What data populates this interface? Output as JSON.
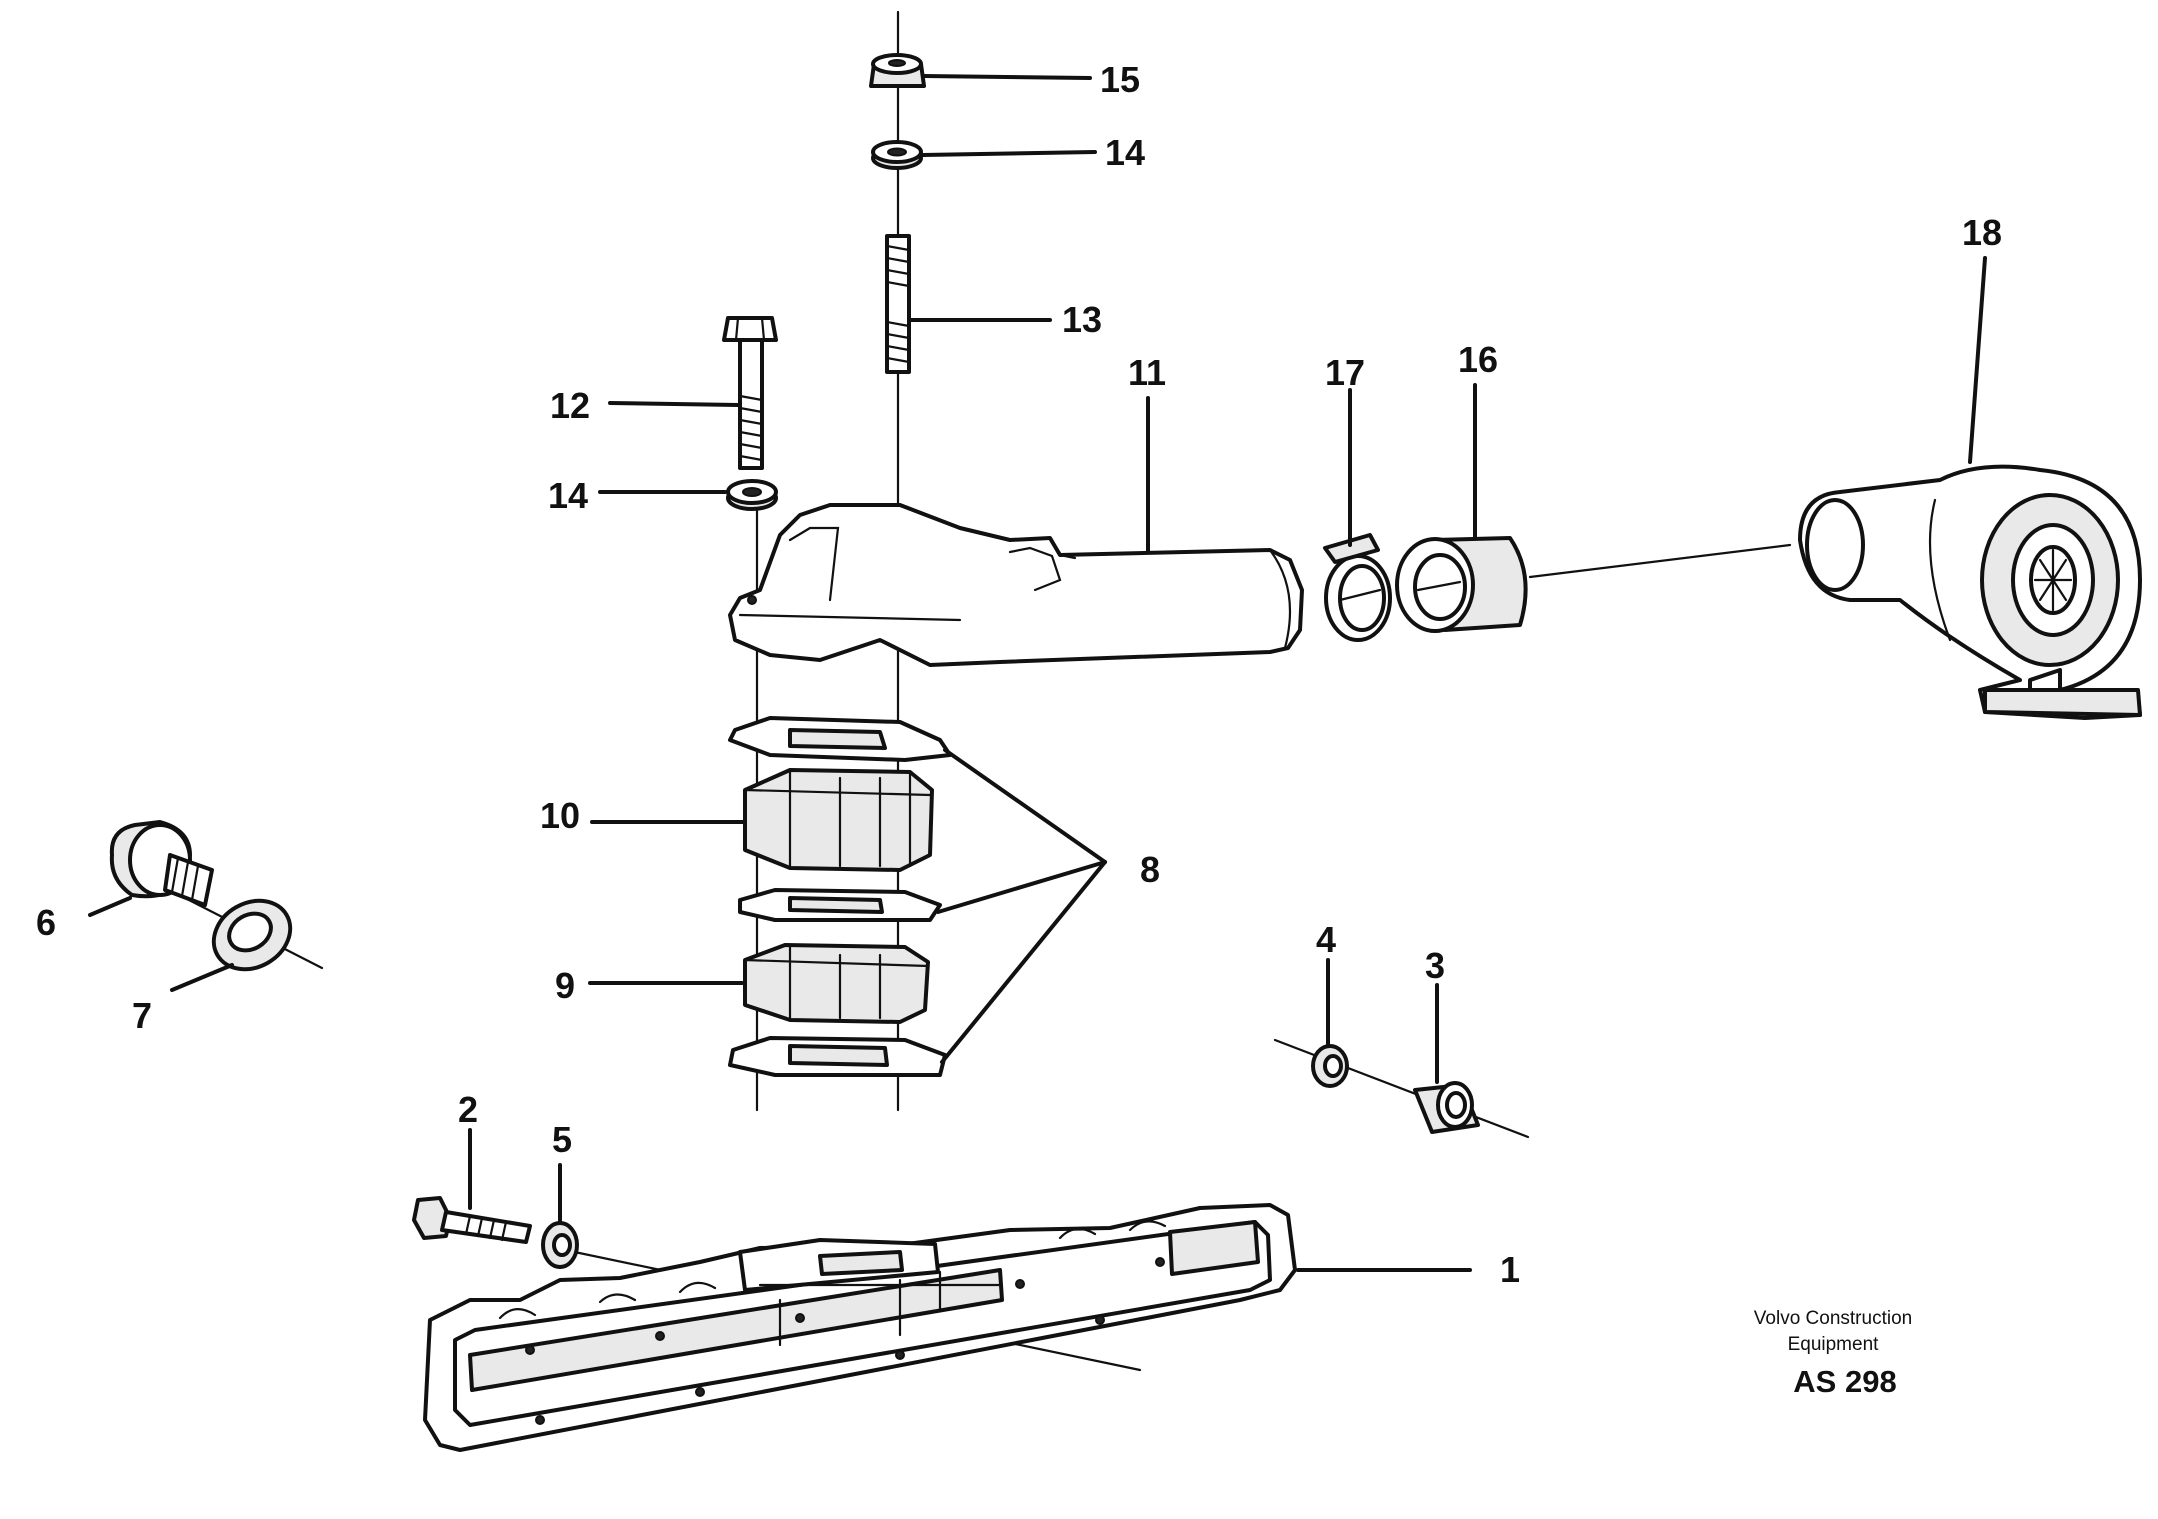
{
  "labels": {
    "l1": "1",
    "l2": "2",
    "l3": "3",
    "l4": "4",
    "l5": "5",
    "l6": "6",
    "l7": "7",
    "l8": "8",
    "l9": "9",
    "l10": "10",
    "l11": "11",
    "l12": "12",
    "l13": "13",
    "l14a": "14",
    "l14b": "14",
    "l15": "15",
    "l16": "16",
    "l17": "17",
    "l18": "18"
  },
  "caption": {
    "line1": "Volvo Construction",
    "line2": "Equipment",
    "code": "AS 298"
  }
}
